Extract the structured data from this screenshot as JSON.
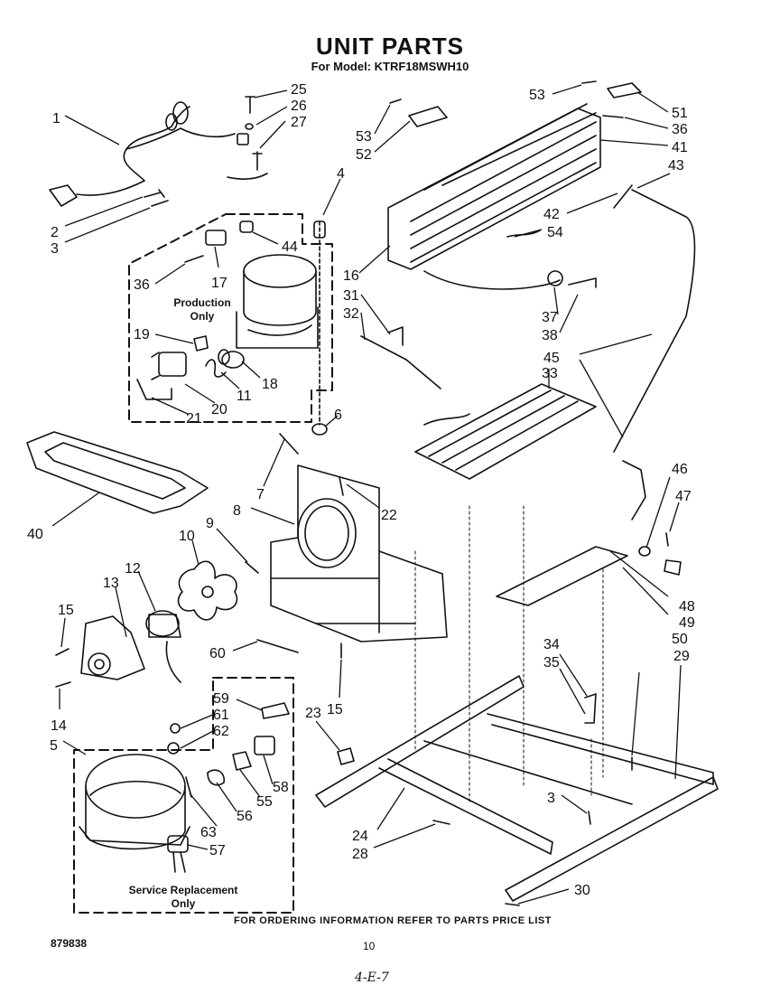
{
  "header": {
    "title": "UNIT PARTS",
    "model": "For Model: KTRF18MSWH10"
  },
  "notes": {
    "production_line1": "Production",
    "production_line2": "Only",
    "service_line1": "Service Replacement",
    "service_line2": "Only"
  },
  "footer": {
    "ordering": "FOR ORDERING INFORMATION REFER TO PARTS PRICE LIST",
    "doc_number": "879838",
    "page_number": "10",
    "handwritten": "4-E-7"
  },
  "callouts": [
    "1",
    "2",
    "3",
    "25",
    "26",
    "27",
    "4",
    "44",
    "17",
    "36",
    "19",
    "18",
    "11",
    "20",
    "21",
    "6",
    "7",
    "8",
    "22",
    "40",
    "9",
    "10",
    "12",
    "13",
    "15",
    "14",
    "60",
    "15",
    "23",
    "5",
    "59",
    "61",
    "62",
    "58",
    "55",
    "56",
    "63",
    "57",
    "53",
    "52",
    "53",
    "51",
    "36",
    "41",
    "43",
    "42",
    "54",
    "16",
    "31",
    "32",
    "37",
    "38",
    "45",
    "33",
    "46",
    "47",
    "48",
    "49",
    "34",
    "35",
    "50",
    "29",
    "3",
    "24",
    "28",
    "30"
  ]
}
